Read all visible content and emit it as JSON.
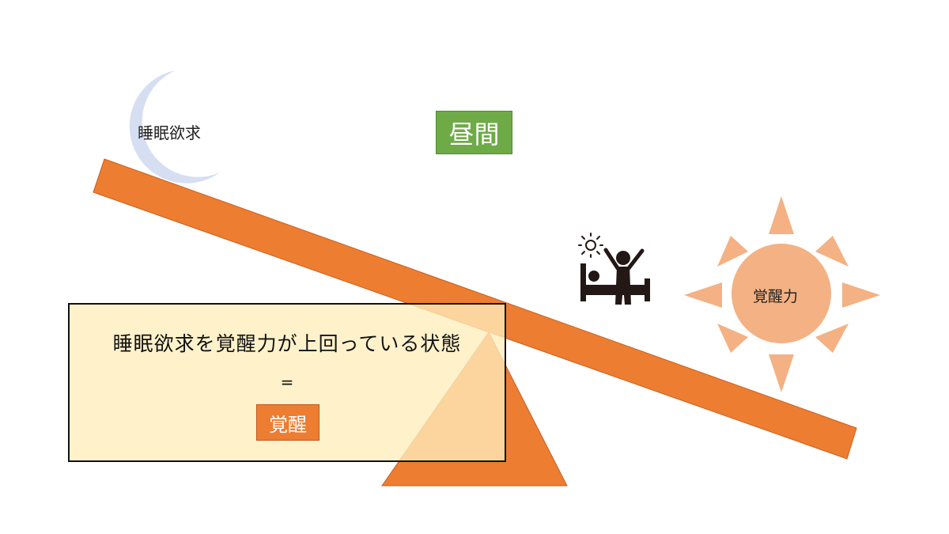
{
  "diagram": {
    "moon_label": "睡眠欲求",
    "sun_label": "覚醒力",
    "daytime_label": "昼間",
    "explanation_line": "睡眠欲求を覚醒力が上回っている状態",
    "equals_symbol": "=",
    "result_label": "覚醒"
  },
  "colors": {
    "seesaw_orange": "#ed7d31",
    "moon_blue": "#d6def2",
    "sun_body": "#f4b183",
    "daytime_green": "#6eaa46",
    "note_fill": "#fff2cc",
    "icon_dark": "#231815"
  },
  "icons": {
    "moon": "crescent-moon-icon",
    "sun": "sun-icon",
    "person": "waking-person-icon"
  }
}
